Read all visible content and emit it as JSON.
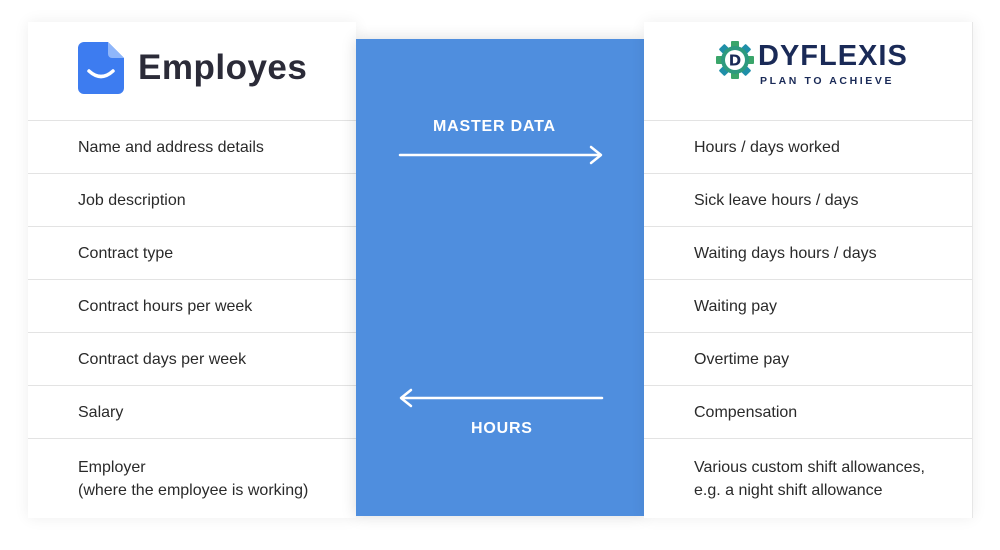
{
  "left": {
    "brand": "Employes",
    "items": [
      "Name and address details",
      "Job description",
      "Contract type",
      "Contract hours per week",
      "Contract days per week",
      "Salary",
      "Employer\n(where the employee is working)"
    ]
  },
  "center": {
    "top_label": "MASTER DATA",
    "bottom_label": "HOURS",
    "band_color": "#4f8ede"
  },
  "right": {
    "brand": "DYFLEXIS",
    "tagline": "PLAN TO ACHIEVE",
    "gear_letter": "D",
    "items": [
      "Hours / days worked",
      "Sick leave hours / days",
      "Waiting days hours / days",
      "Waiting pay",
      "Overtime pay",
      "Compensation",
      "Various custom shift allowances,\ne.g. a night shift allowance"
    ]
  },
  "colors": {
    "employes_blue": "#3d7cf0",
    "dyflexis_navy": "#1a2a57",
    "dyflexis_green": "#3aa56a",
    "dyflexis_teal": "#1f8fa8"
  }
}
